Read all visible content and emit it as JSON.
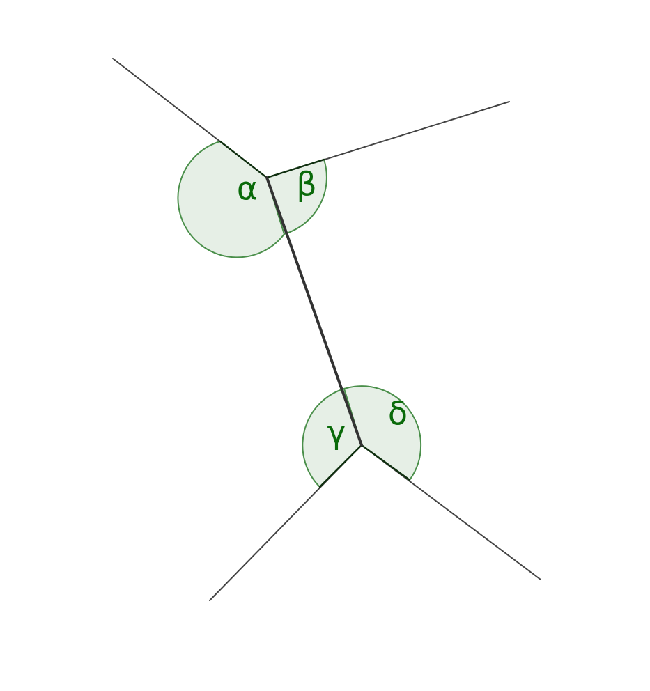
{
  "diagram": {
    "angles": [
      {
        "id": "alpha",
        "label": "α"
      },
      {
        "id": "beta",
        "label": "β"
      },
      {
        "id": "gamma",
        "label": "γ"
      },
      {
        "id": "delta",
        "label": "δ"
      }
    ],
    "colors": {
      "ray": "#444444",
      "transversal": "#333333",
      "angle_fill": "#e6efe6",
      "angle_stroke": "#4a8f4a",
      "label": "#0a6a0a"
    }
  }
}
